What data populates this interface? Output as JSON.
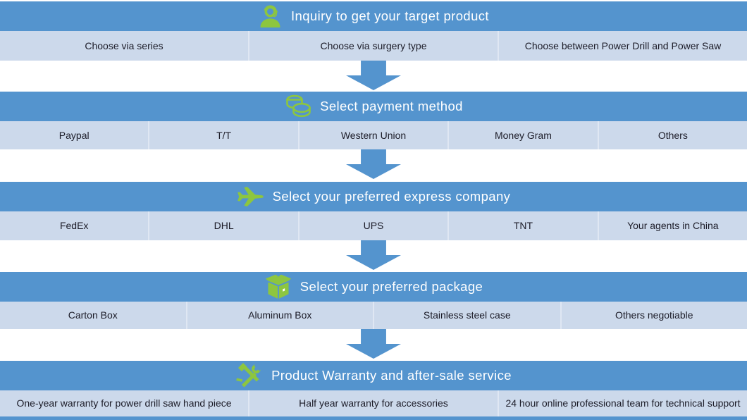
{
  "theme": {
    "header_blue": "#5494ce",
    "row_blue": "#ccd9eb",
    "divider_blue": "#dfe7f3",
    "icon_green": "#8dc63f",
    "header_text": "#ffffff",
    "cell_text": "#1c1c28"
  },
  "sections": [
    {
      "title": "Inquiry to get your target product",
      "icon": "headset-icon",
      "options": [
        "Choose via series",
        "Choose via surgery type",
        "Choose between Power Drill and Power Saw"
      ]
    },
    {
      "title": "Select payment method",
      "icon": "coins-icon",
      "options": [
        "Paypal",
        "T/T",
        "Western Union",
        "Money Gram",
        "Others"
      ]
    },
    {
      "title": "Select your preferred express company",
      "icon": "airplane-icon",
      "options": [
        "FedEx",
        "DHL",
        "UPS",
        "TNT",
        "Your agents in China"
      ]
    },
    {
      "title": "Select your preferred package",
      "icon": "box-icon",
      "options": [
        "Carton Box",
        "Aluminum Box",
        "Stainless steel case",
        "Others negotiable"
      ]
    },
    {
      "title": "Product Warranty and after-sale service",
      "icon": "tools-icon",
      "options": [
        "One-year warranty for power drill saw hand piece",
        "Half year warranty for accessories",
        "24 hour online professional team for technical support"
      ]
    }
  ]
}
